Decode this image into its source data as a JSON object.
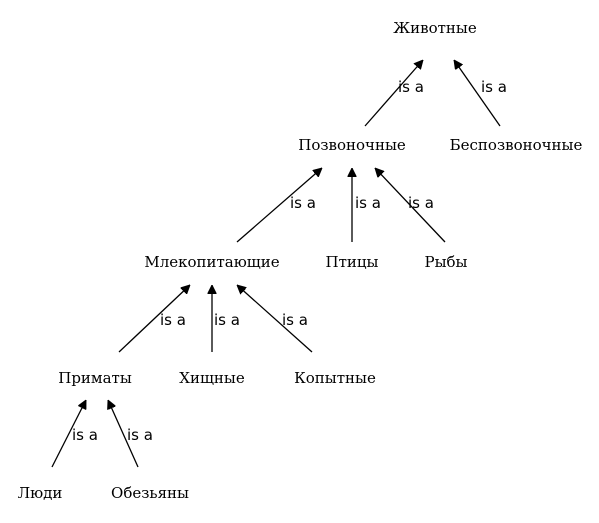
{
  "diagram": {
    "nodes": {
      "animals": "Животные",
      "vertebrates": "Позвоночные",
      "invertebrates": "Беспозвоночные",
      "mammals": "Млекопитающие",
      "birds": "Птицы",
      "fish": "Рыбы",
      "primates": "Приматы",
      "carnivores": "Хищные",
      "ungulates": "Копытные",
      "humans": "Люди",
      "monkeys": "Обезьяны"
    },
    "edge_label": "is a",
    "edges": [
      {
        "from": "vertebrates",
        "to": "animals",
        "label": "is a"
      },
      {
        "from": "invertebrates",
        "to": "animals",
        "label": "is a"
      },
      {
        "from": "mammals",
        "to": "vertebrates",
        "label": "is a"
      },
      {
        "from": "birds",
        "to": "vertebrates",
        "label": "is a"
      },
      {
        "from": "fish",
        "to": "vertebrates",
        "label": "is a"
      },
      {
        "from": "primates",
        "to": "mammals",
        "label": "is a"
      },
      {
        "from": "carnivores",
        "to": "mammals",
        "label": "is a"
      },
      {
        "from": "ungulates",
        "to": "mammals",
        "label": "is a"
      },
      {
        "from": "humans",
        "to": "primates",
        "label": "is a"
      },
      {
        "from": "monkeys",
        "to": "primates",
        "label": "is a"
      }
    ],
    "colors": {
      "line": "#000000",
      "text": "#000000",
      "background": "#ffffff"
    }
  }
}
